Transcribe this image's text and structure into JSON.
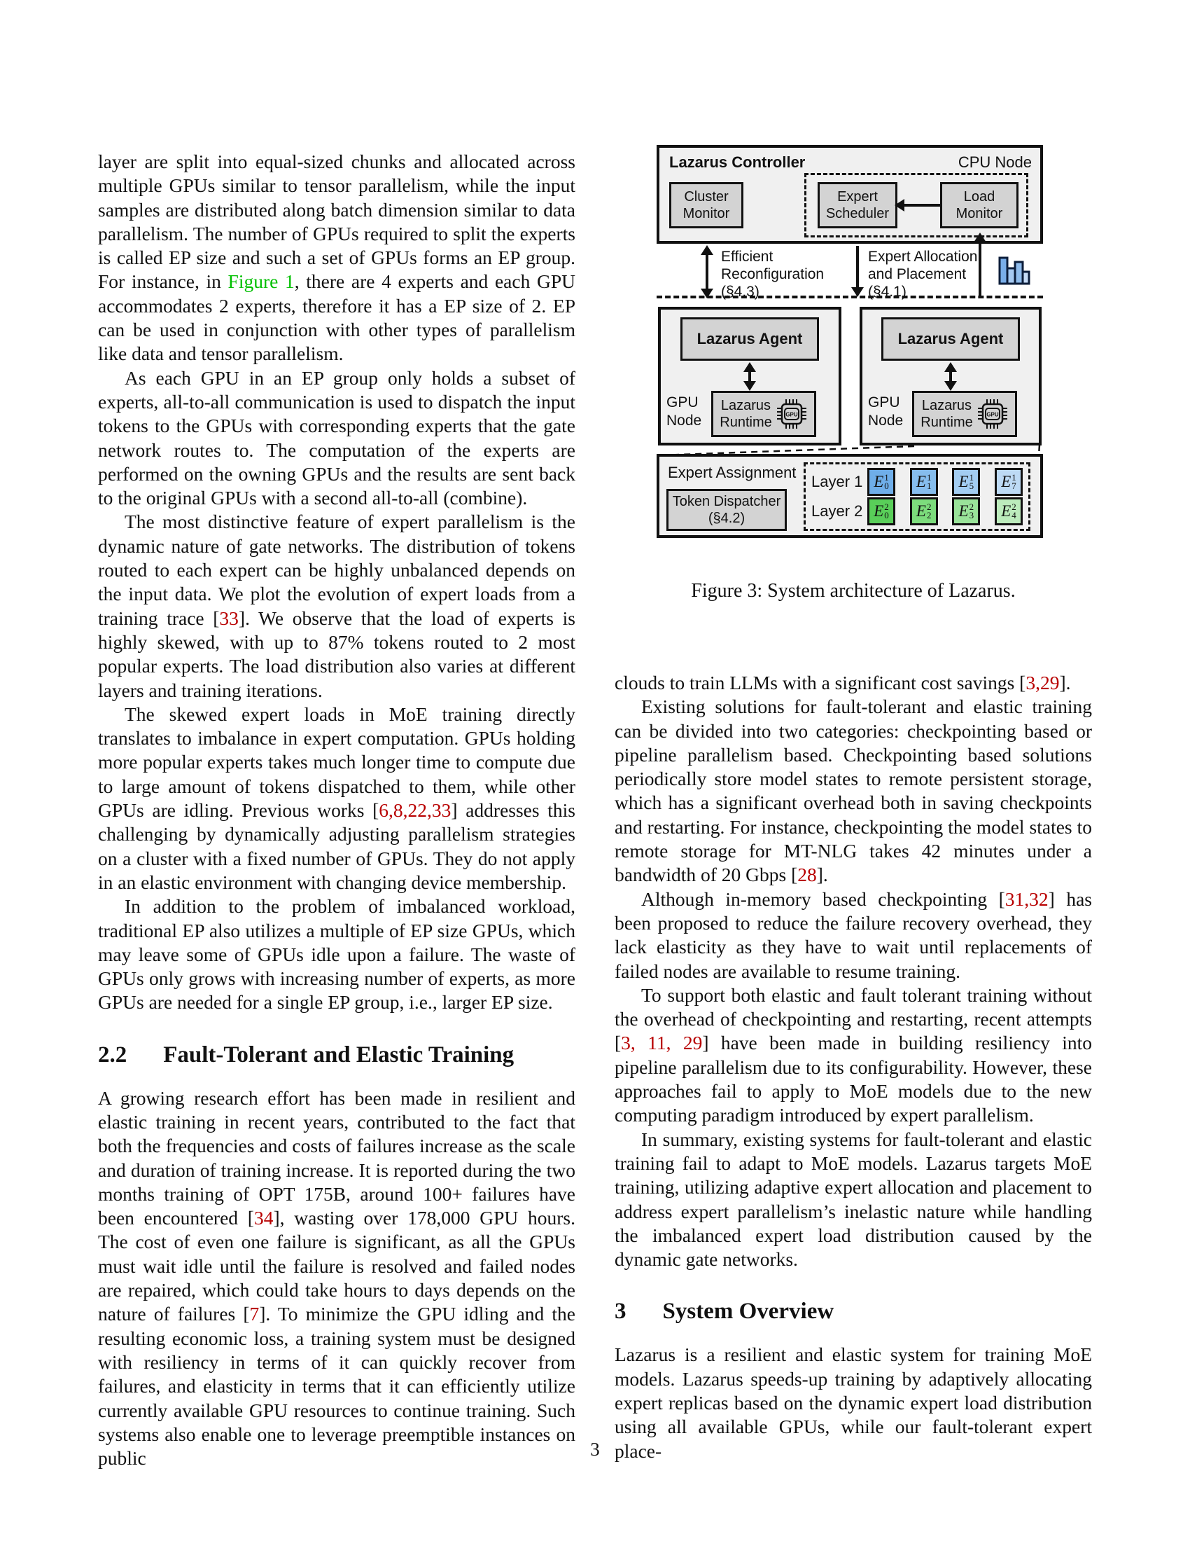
{
  "page_number": "3",
  "colors": {
    "cite": "#B80000",
    "ref_green": "#00BF00"
  },
  "left_column": {
    "paragraphs": [
      {
        "indent": false,
        "segments": [
          {
            "t": "layer are split into equal-sized chunks and allocated across multiple GPUs similar to tensor parallelism, while the input samples are distributed along batch dimension similar to data parallelism. The number of GPUs required to split the experts is called EP size and such a set of GPUs forms an EP group. For instance, in "
          },
          {
            "t": "Figure 1",
            "s": "green"
          },
          {
            "t": ", there are 4 experts and each GPU accommodates 2 experts, therefore it has a EP size of 2. EP can be used in conjunction with other types of parallelism like data and tensor parallelism."
          }
        ]
      },
      {
        "indent": true,
        "segments": [
          {
            "t": "As each GPU in an EP group only holds a subset of experts, all-to-all communication is used to dispatch the input tokens to the GPUs with corresponding experts that the gate network routes to. The computation of the experts are performed on the owning GPUs and the results are sent back to the original GPUs with a second all-to-all (combine)."
          }
        ]
      },
      {
        "indent": true,
        "segments": [
          {
            "t": "The most distinctive feature of expert parallelism is the dynamic nature of gate networks. The distribution of tokens routed to each expert can be highly unbalanced depends on the input data. We plot the evolution of expert loads from a training trace ["
          },
          {
            "t": "33",
            "s": "cite"
          },
          {
            "t": "]. We observe that the load of experts is highly skewed, with up to 87% tokens routed to 2 most popular experts. The load distribution also varies at different layers and training iterations."
          }
        ]
      },
      {
        "indent": true,
        "segments": [
          {
            "t": "The skewed expert loads in MoE training directly translates to imbalance in expert computation. GPUs holding more popular experts takes much longer time to compute due to large amount of tokens dispatched to them, while other GPUs are idling. Previous works ["
          },
          {
            "t": "6,8,22,33",
            "s": "cite"
          },
          {
            "t": "] addresses this challenging by dynamically adjusting parallelism strategies on a cluster with a fixed number of GPUs. They do not apply in an elastic environment with changing device membership."
          }
        ]
      },
      {
        "indent": true,
        "segments": [
          {
            "t": "In addition to the problem of imbalanced workload, traditional EP also utilizes a multiple of EP size GPUs, which may leave some of GPUs idle upon a failure. The waste of GPUs only grows with increasing number of experts, as more GPUs are needed for a single EP group, i.e., larger EP size."
          }
        ]
      }
    ],
    "heading": {
      "number": "2.2",
      "title": "Fault-Tolerant and Elastic Training"
    },
    "paragraphs_after": [
      {
        "indent": false,
        "segments": [
          {
            "t": "A growing research effort has been made in resilient and elastic training in recent years, contributed to the fact that both the frequencies and costs of failures increase as the scale and duration of training increase. It is reported during the two months training of OPT 175B, around 100+ failures have been encountered ["
          },
          {
            "t": "34",
            "s": "cite"
          },
          {
            "t": "], wasting over 178,000 GPU hours. The cost of even one failure is significant, as all the GPUs must wait idle until the failure is resolved and failed nodes are repaired, which could take hours to days depends on the nature of failures ["
          },
          {
            "t": "7",
            "s": "cite"
          },
          {
            "t": "]. To minimize the GPU idling and the resulting economic loss, a training system must be designed with resiliency in terms of it can quickly recover from failures, and elasticity in terms that it can efficiently utilize currently available GPU resources to continue training. Such systems also enable one to leverage preemptible instances on public"
          }
        ]
      }
    ]
  },
  "right_column": {
    "caption": "Figure 3: System architecture of Lazarus.",
    "paragraphs": [
      {
        "indent": false,
        "segments": [
          {
            "t": "clouds to train LLMs with a significant cost savings ["
          },
          {
            "t": "3,29",
            "s": "cite"
          },
          {
            "t": "]."
          }
        ]
      },
      {
        "indent": true,
        "segments": [
          {
            "t": "Existing solutions for fault-tolerant and elastic training can be divided into two categories: checkpointing based or pipeline parallelism based. Checkpointing based solutions periodically store model states to remote persistent storage, which has a significant overhead both in saving checkpoints and restarting. For instance, checkpointing the model states to remote storage for MT-NLG takes 42 minutes under a bandwidth of 20 Gbps ["
          },
          {
            "t": "28",
            "s": "cite"
          },
          {
            "t": "]."
          }
        ]
      },
      {
        "indent": true,
        "segments": [
          {
            "t": "Although in-memory based checkpointing ["
          },
          {
            "t": "31,32",
            "s": "cite"
          },
          {
            "t": "] has been proposed to reduce the failure recovery overhead, they lack elasticity as they have to wait until replacements of failed nodes are available to resume training."
          }
        ]
      },
      {
        "indent": true,
        "segments": [
          {
            "t": "To support both elastic and fault tolerant training without the overhead of checkpointing and restarting, recent attempts ["
          },
          {
            "t": "3, 11, 29",
            "s": "cite"
          },
          {
            "t": "] have been made in building resiliency into pipeline parallelism due to its configurability. However, these approaches fail to apply to MoE models due to the new computing paradigm introduced by expert parallelism."
          }
        ]
      },
      {
        "indent": true,
        "segments": [
          {
            "t": "In summary, existing systems for fault-tolerant and elastic training fail to adapt to MoE models. Lazarus targets MoE training, utilizing adaptive expert allocation and placement to address expert parallelism’s inelastic nature while handling the imbalanced expert load distribution caused by the dynamic gate networks."
          }
        ]
      }
    ],
    "heading": {
      "number": "3",
      "title": "System Overview"
    },
    "paragraphs_after": [
      {
        "indent": false,
        "segments": [
          {
            "t": "Lazarus is a resilient and elastic system for training MoE models. Lazarus speeds-up training by adaptively allocating expert replicas based on the dynamic expert load distribution using all available GPUs, while our fault-tolerant expert place-"
          }
        ]
      }
    ]
  },
  "figure": {
    "controller": {
      "title": "Lazarus Controller",
      "corner_label": "CPU Node",
      "cluster_monitor": [
        "Cluster",
        "Monitor"
      ],
      "expert_scheduler": [
        "Expert",
        "Scheduler"
      ],
      "load_monitor": [
        "Load",
        "Monitor"
      ]
    },
    "edge_labels": {
      "left": [
        "Efficient",
        "Reconfiguration",
        "(§4.3)"
      ],
      "middle": [
        "Expert Allocation",
        "and Placement",
        "(§4.1)"
      ]
    },
    "icons": {
      "bar_chart": "load-histogram-icon",
      "gpu_chip": "GPU"
    },
    "gpu_nodes": [
      {
        "agent": "Lazarus Agent",
        "node_label": [
          "GPU",
          "Node"
        ],
        "runtime": [
          "Lazarus",
          "Runtime"
        ],
        "chip_label": "GPU"
      },
      {
        "agent": "Lazarus Agent",
        "node_label": [
          "GPU",
          "Node"
        ],
        "runtime": [
          "Lazarus",
          "Runtime"
        ],
        "chip_label": "GPU"
      }
    ],
    "assignment": {
      "title": "Expert Assignment",
      "dispatcher": [
        "Token Dispatcher",
        "(§4.2)"
      ],
      "rows": [
        {
          "label": "Layer 1",
          "experts": [
            {
              "sym": "E",
              "sup": "1",
              "sub": "0",
              "color": "#6FAEE9"
            },
            {
              "sym": "E",
              "sup": "1",
              "sub": "1",
              "color": "#86BDED"
            },
            {
              "sym": "E",
              "sup": "1",
              "sub": "5",
              "color": "#A3CDF2"
            },
            {
              "sym": "E",
              "sup": "1",
              "sub": "7",
              "color": "#BDDAF5"
            }
          ]
        },
        {
          "label": "Layer 2",
          "experts": [
            {
              "sym": "E",
              "sup": "2",
              "sub": "0",
              "color": "#59CE59"
            },
            {
              "sym": "E",
              "sup": "2",
              "sub": "2",
              "color": "#7CDC7C"
            },
            {
              "sym": "E",
              "sup": "2",
              "sub": "3",
              "color": "#99E399"
            },
            {
              "sym": "E",
              "sup": "2",
              "sub": "4",
              "color": "#BCEBBC"
            }
          ]
        }
      ]
    }
  }
}
